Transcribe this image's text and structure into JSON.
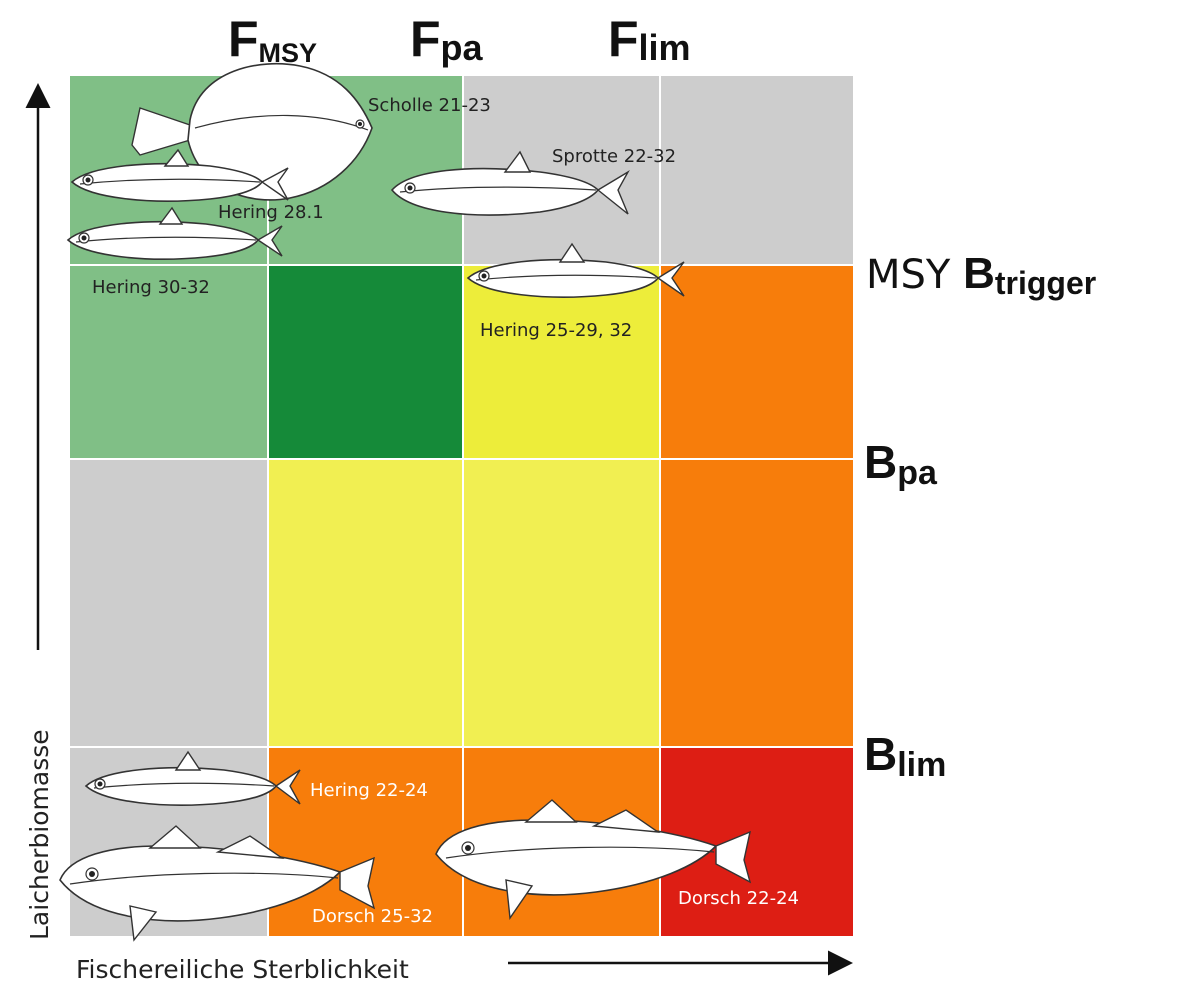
{
  "column_headers": {
    "f_msy": {
      "main": "F",
      "sub": "MSY"
    },
    "f_pa": {
      "main": "F",
      "sub": "pa"
    },
    "f_lim": {
      "main": "F",
      "sub": "lim"
    }
  },
  "row_labels": {
    "msy_btrigger": {
      "prefix": "MSY ",
      "main": "B",
      "sub": "trigger"
    },
    "b_pa": {
      "main": "B",
      "sub": "pa"
    },
    "b_lim": {
      "main": "B",
      "sub": "lim"
    }
  },
  "axes": {
    "y_label": "Laicherbiomasse",
    "x_label": "Fischereiliche Sterblichkeit"
  },
  "colors": {
    "light_green": "#80bf86",
    "dark_green": "#158a39",
    "grey": "#cdcdcd",
    "yellow": "#eded3a",
    "light_yellow": "#f1ef52",
    "orange": "#f77d0b",
    "red": "#dd1e14"
  },
  "grid": {
    "rows": [
      [
        "light_green",
        "light_green",
        "grey",
        "grey"
      ],
      [
        "light_green",
        "dark_green",
        "yellow",
        "orange"
      ],
      [
        "grey",
        "light_yellow",
        "light_yellow",
        "orange"
      ],
      [
        "grey",
        "orange",
        "orange",
        "red"
      ]
    ]
  },
  "stocks": [
    {
      "label": "Scholle 21-23",
      "fish": "plaice"
    },
    {
      "label": "Sprotte 22-32",
      "fish": "sprat"
    },
    {
      "label": "Hering 28.1",
      "fish": "herring"
    },
    {
      "label": "Hering 30-32",
      "fish": "herring"
    },
    {
      "label": "Hering 25-29, 32",
      "fish": "herring"
    },
    {
      "label": "Hering 22-24",
      "fish": "herring"
    },
    {
      "label": "Dorsch 25-32",
      "fish": "cod"
    },
    {
      "label": "Dorsch 22-24",
      "fish": "cod"
    }
  ]
}
